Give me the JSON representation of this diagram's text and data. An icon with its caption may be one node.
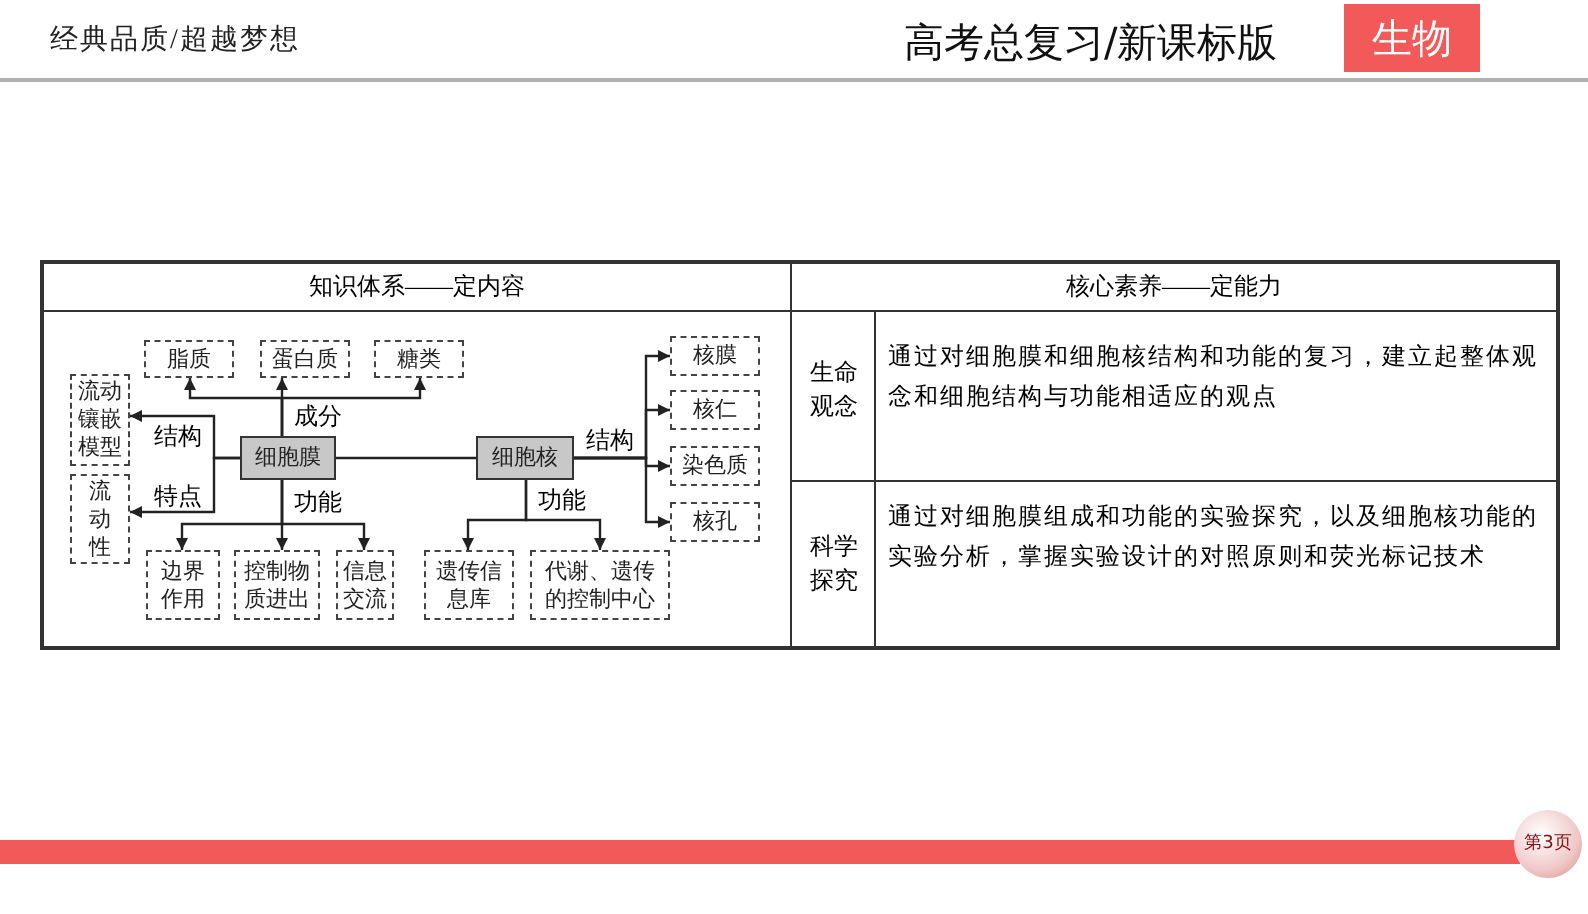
{
  "diagram": {
    "nodes": [
      {
        "text": [
          "细胞膜"
        ]
      },
      {
        "text": [
          "细胞核"
        ]
      },
      {
        "text": [
          "脂质"
        ]
      },
      {
        "text": [
          "蛋白质"
        ]
      },
      {
        "text": [
          "糖类"
        ]
      },
      {
        "text": [
          "流动镶嵌模型"
        ]
      },
      {
        "text": [
          "流动性"
        ]
      },
      {
        "text": [
          "边界作用"
        ]
      },
      {
        "text": [
          "控制物质进出"
        ]
      },
      {
        "text": [
          "信息交流"
        ]
      },
      {
        "text": [
          "遗传信息库"
        ]
      },
      {
        "text": [
          "代谢、遗传的控制中心"
        ]
      },
      {
        "text": [
          "核膜"
        ]
      },
      {
        "text": [
          "核仁"
        ]
      },
      {
        "text": [
          "染色质"
        ]
      },
      {
        "text": [
          "核孔"
        ]
      }
    ],
    "edges": [
      {
        "from": 0,
        "to": 2,
        "arrow": "to"
      },
      {
        "from": 0,
        "to": 3,
        "arrow": "to",
        "label": "成分"
      },
      {
        "from": 0,
        "to": 4,
        "arrow": "to"
      },
      {
        "from": 0,
        "to": 5,
        "arrow": "to",
        "label": "结构"
      },
      {
        "from": 0,
        "to": 6,
        "arrow": "to",
        "label": "特点"
      },
      {
        "from": 0,
        "to": 7,
        "arrow": "to"
      },
      {
        "from": 0,
        "to": 8,
        "arrow": "to",
        "label": "功能"
      },
      {
        "from": 0,
        "to": 9,
        "arrow": "to"
      },
      {
        "from": 0,
        "to": 1,
        "arrow": "none"
      },
      {
        "from": 1,
        "to": 10,
        "arrow": "to",
        "label": "功能"
      },
      {
        "from": 1,
        "to": 11,
        "arrow": "to"
      },
      {
        "from": 1,
        "to": 12,
        "arrow": "to",
        "label": "结构"
      },
      {
        "from": 1,
        "to": 13,
        "arrow": "to"
      },
      {
        "from": 1,
        "to": 14,
        "arrow": "to"
      },
      {
        "from": 1,
        "to": 15,
        "arrow": "to"
      }
    ],
    "labels": [
      "经典品质/超越梦想",
      "高考总复习/新课标版",
      "生物",
      "知识体系——定内容",
      "核心素养——定能力",
      "生命观念",
      "通过对细胞膜和细胞核结构和功能的复习，建立起整体观念和细胞结构与功能相适应的观点",
      "科学探究",
      "通过对细胞膜组成和功能的实验探究，以及细胞核功能的实验分析，掌握实验设计的对照原则和荧光标记技术",
      "第3页"
    ]
  }
}
